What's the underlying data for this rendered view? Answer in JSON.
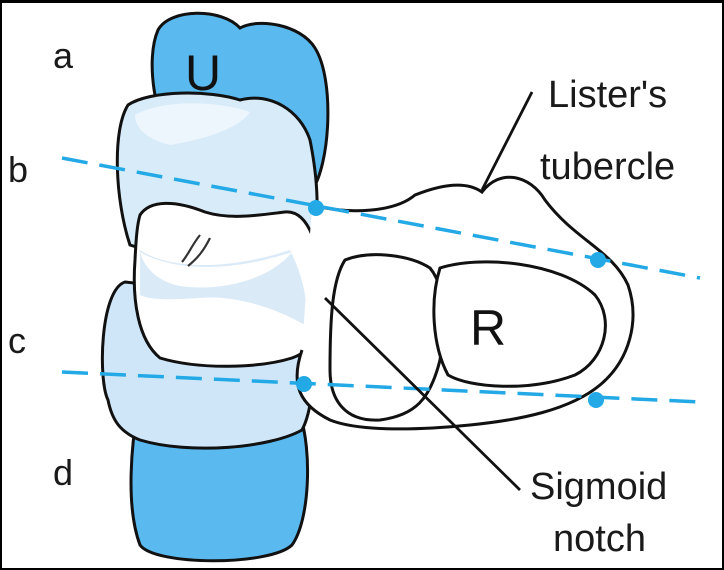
{
  "labels": {
    "position_a": "a",
    "position_b": "b",
    "position_c": "c",
    "position_d": "d",
    "ulna": "U",
    "radius": "R",
    "listers_line1": "Lister's",
    "listers_line2": "tubercle",
    "sigmoid_line1": "Sigmoid",
    "sigmoid_line2": "notch"
  },
  "colors": {
    "ulna_dark": "#5ab9ee",
    "ulna_light": "#cfe6f8",
    "highlight": "#eef6fd",
    "guide_line": "#22a9e6",
    "outline": "#111111"
  }
}
